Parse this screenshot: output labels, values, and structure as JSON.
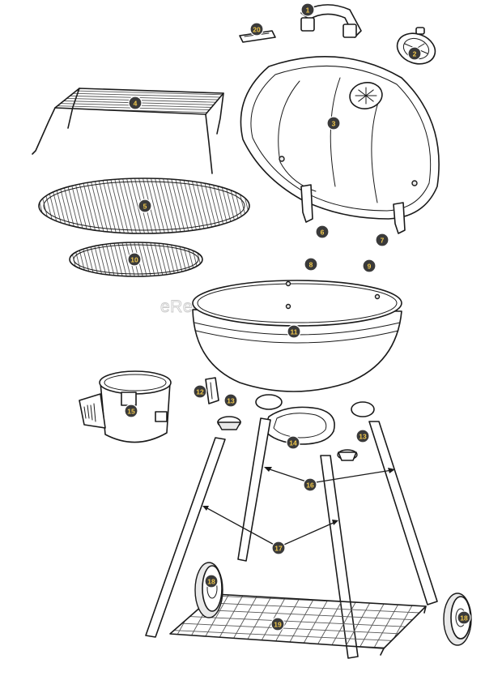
{
  "watermark": "eReplacementParts.com",
  "callouts": [
    {
      "label": "1"
    },
    {
      "label": "2"
    },
    {
      "label": "3"
    },
    {
      "label": "4"
    },
    {
      "label": "5"
    },
    {
      "label": "6"
    },
    {
      "label": "7"
    },
    {
      "label": "8"
    },
    {
      "label": "9"
    },
    {
      "label": "10"
    },
    {
      "label": "11"
    },
    {
      "label": "12"
    },
    {
      "label": "13"
    },
    {
      "label": "13"
    },
    {
      "label": "14"
    },
    {
      "label": "15"
    },
    {
      "label": "16"
    },
    {
      "label": "17"
    },
    {
      "label": "18"
    },
    {
      "label": "18"
    },
    {
      "label": "19"
    },
    {
      "label": "20"
    }
  ]
}
